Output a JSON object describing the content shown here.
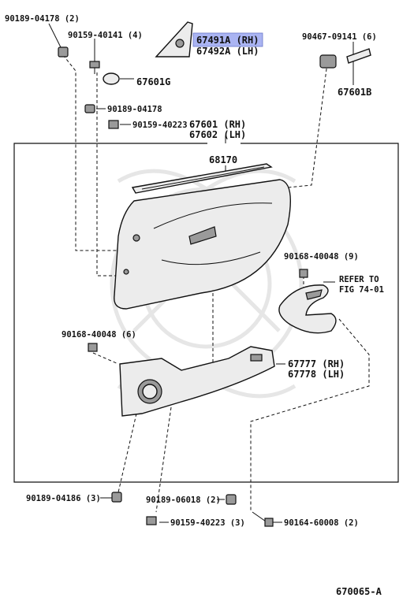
{
  "labels": {
    "p90189_04178_top": "90189-04178 (2)",
    "p90159_40141": "90159-40141 (4)",
    "p67491A": "67491A (RH)",
    "p67492A": "67492A (LH)",
    "p90467_09141": "90467-09141 (6)",
    "p67601G": "67601G",
    "p67601B": "67601B",
    "p90189_04178": "90189-04178",
    "p90159_40223_top": "90159-40223",
    "p67601": "67601 (RH)",
    "p67602": "67602 (LH)",
    "p68170": "68170",
    "p90168_40048_9": "90168-40048 (9)",
    "refer1": "REFER TO",
    "refer2": "FIG 74-01",
    "p90168_40048_6": "90168-40048 (6)",
    "p67777": "67777 (RH)",
    "p67778": "67778 (LH)",
    "p90189_04186": "90189-04186 (3)",
    "p90189_06018": "90189-06018 (2)",
    "p90159_40223_bot": "90159-40223 (3)",
    "p90164_60008": "90164-60008 (2)",
    "diagram_code": "670065-A"
  },
  "colors": {
    "highlight": "#aab4f2",
    "line": "#111111",
    "watermark": "#e6e6e6"
  }
}
